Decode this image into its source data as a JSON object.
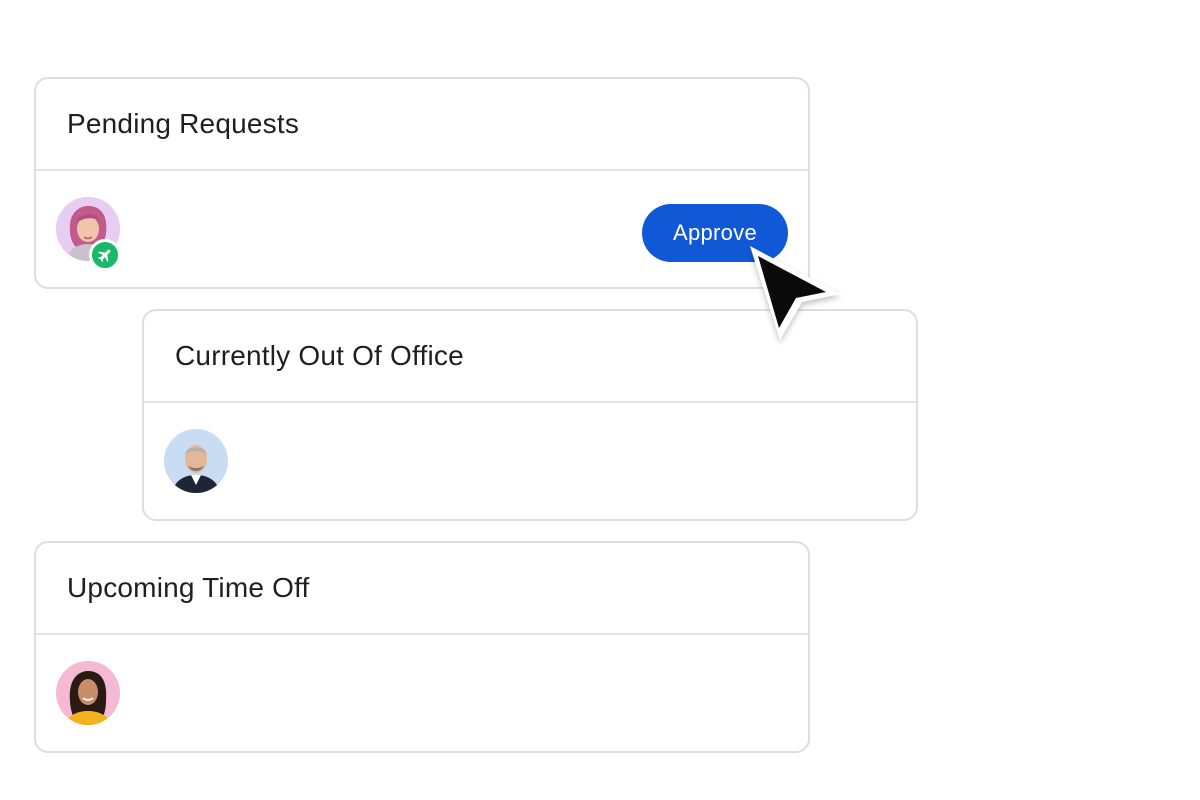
{
  "cards": {
    "pending": {
      "title": "Pending Requests",
      "approve_label": "Approve",
      "avatar_icon": "person-avatar",
      "badge_icon": "airplane-icon",
      "badge_color": "#19b96a"
    },
    "out_of_office": {
      "title": "Currently Out Of Office",
      "avatar_icon": "person-avatar"
    },
    "upcoming": {
      "title": "Upcoming Time Off",
      "avatar_icon": "person-avatar"
    }
  },
  "colors": {
    "accent": "#1058d6",
    "border": "#dedede",
    "text": "#1f1f23"
  },
  "cursor_icon": "mouse-pointer-icon"
}
